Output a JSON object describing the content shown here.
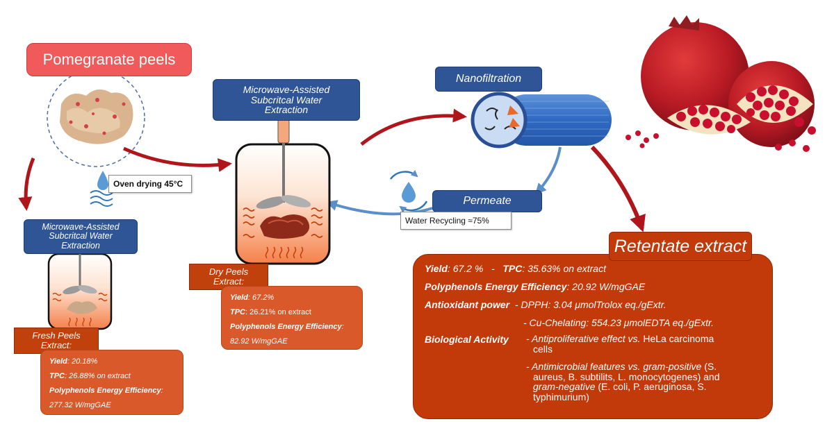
{
  "pomegranate_title": "Pomegranate peels",
  "mw_small": {
    "line1": "Microwave-Assisted",
    "line2": "Subcritcal Water",
    "line3": "Extraction"
  },
  "mw_big": {
    "line1": "Microwave-Assisted",
    "line2": "Subcritcal Water",
    "line3": "Extraction"
  },
  "oven_drying": "Oven drying 45°C",
  "nanofiltration": "Nanofiltration",
  "permeate": "Permeate",
  "water_recycling": "Water Recycling ≈75%",
  "fresh": {
    "tag_line1": "Fresh Peels",
    "tag_line2": "Extract:",
    "yield_label": "Yield",
    "yield_value": ": 20.18%",
    "tpc_label": "TPC",
    "tpc_value": ": 26.88% on extract",
    "pee_label": "Polyphenols Energy Efficiency",
    "pee_colon": ":",
    "pee_value": "277.32 W/mgGAE"
  },
  "dry": {
    "tag_line1": "Dry Peels",
    "tag_line2": "Extract:",
    "yield_label": "Yield",
    "yield_value": ": 67.2%",
    "tpc_label": "TPC",
    "tpc_value": ": 26.21% on extract",
    "pee_label": "Polyphenols Energy Efficiency",
    "pee_colon": ":",
    "pee_value": "82.92 W/mgGAE"
  },
  "retentate": {
    "title": "Retentate extract",
    "yield_label": "Yield",
    "yield_value": ": 67.2 %",
    "sep": "-",
    "tpc_label": "TPC",
    "tpc_value": ": 35.63% on extract",
    "pee_label": "Polyphenols Energy Efficiency",
    "pee_value": ": 20.92 W/mgGAE",
    "antiox_label": "Antioxidant power",
    "dpph": "- DPPH: 3.04 μmolTrolox eq./gExtr.",
    "cu": "- Cu-Chelating: 554.23 μmolEDTA eq./gExtr.",
    "bio_label": "Biological Activity",
    "antiprolif_a": "- Antiproliferative effect vs. ",
    "antiprolif_b": "HeLa carcinoma",
    "antiprolif_c": "cells",
    "antimicro_a": "- Antimicrobial features vs. gram-positive ",
    "antimicro_b": "(S.",
    "antimicro_c": "aureus, B. subtilits, L. monocytogenes) and",
    "antimicro_d": "gram-negative ",
    "antimicro_e": "(E. coli, P. aeruginosa, S.",
    "antimicro_f": "typhimurium)"
  },
  "colors": {
    "red_box": "#f05a5a",
    "blue_box": "#2f5597",
    "orange_box": "#d9592a",
    "retentate_box": "#c2390a",
    "arrow_red": "#b0151b",
    "arrow_blue": "#5b8fc9"
  }
}
